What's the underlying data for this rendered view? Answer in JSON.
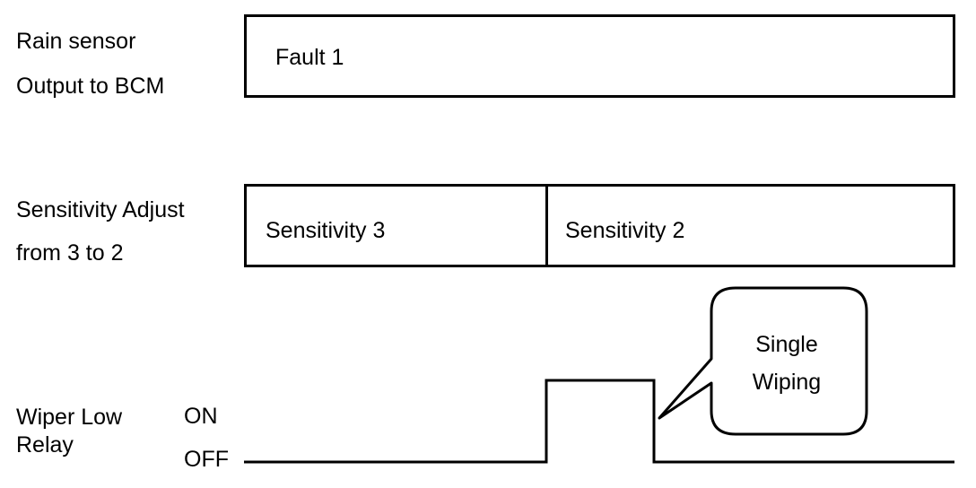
{
  "rows": {
    "rain_sensor": {
      "label_line1": "Rain sensor",
      "label_line2": "Output to BCM",
      "segments": [
        "Fault 1"
      ]
    },
    "sensitivity": {
      "label_line1": "Sensitivity Adjust",
      "label_line2": "from 3 to 2",
      "segments": [
        "Sensitivity 3",
        "Sensitivity 2"
      ]
    },
    "wiper_relay": {
      "label_line1": "Wiper Low",
      "label_line2": "Relay",
      "level_on": "ON",
      "level_off": "OFF"
    }
  },
  "callout": {
    "line1": "Single",
    "line2": "Wiping"
  },
  "colors": {
    "stroke": "#000000",
    "background": "#ffffff"
  }
}
